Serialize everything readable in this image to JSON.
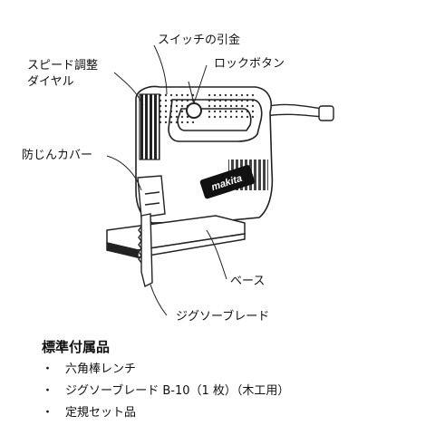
{
  "labels": {
    "switch_trigger": "スイッチの引金",
    "lock_button": "ロックボタン",
    "speed_dial_line1": "スピード調整",
    "speed_dial_line2": "ダイヤル",
    "dust_cover": "防じんカバー",
    "base": "ベース",
    "jigsaw_blade": "ジグソーブレード",
    "brand_logo": "makita"
  },
  "accessories": {
    "title": "標準付属品",
    "bullet": "・",
    "items": [
      "六角棒レンチ",
      "ジグソーブレード B-10（1 枚）（木工用）",
      "定規セット品"
    ]
  }
}
